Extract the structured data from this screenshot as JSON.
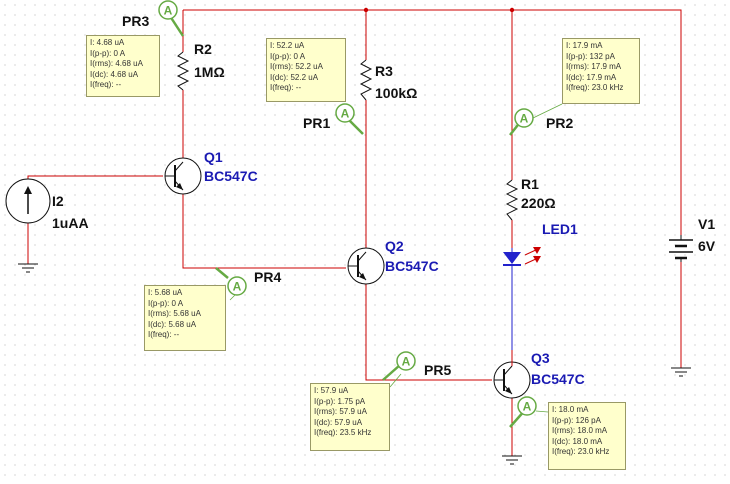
{
  "colors": {
    "wire": "#cc0000",
    "blue_wire": "#2222cc",
    "probe": "#66aa44",
    "box_bg": "#ffffcc",
    "component_blue": "#1a1ab3",
    "led_red": "#cc0000"
  },
  "components": {
    "R2": {
      "name": "R2",
      "value": "1MΩ"
    },
    "R3": {
      "name": "R3",
      "value": "100kΩ"
    },
    "R1": {
      "name": "R1",
      "value": "220Ω"
    },
    "Q1": {
      "name": "Q1",
      "model": "BC547C"
    },
    "Q2": {
      "name": "Q2",
      "model": "BC547C"
    },
    "Q3": {
      "name": "Q3",
      "model": "BC547C"
    },
    "I2": {
      "name": "I2",
      "value": "1uAA"
    },
    "V1": {
      "name": "V1",
      "value": "6V"
    },
    "LED1": {
      "name": "LED1"
    }
  },
  "probes": {
    "PR3": {
      "name": "PR3",
      "readings": [
        "I: 4.68 uA",
        "I(p-p): 0 A",
        "I(rms): 4.68 uA",
        "I(dc): 4.68 uA",
        "I(freq): --"
      ]
    },
    "PR1": {
      "name": "PR1",
      "readings": [
        "I: 52.2 uA",
        "I(p-p): 0 A",
        "I(rms): 52.2 uA",
        "I(dc): 52.2 uA",
        "I(freq): --"
      ]
    },
    "PR2": {
      "name": "PR2",
      "readings": [
        "I: 17.9 mA",
        "I(p-p): 132 pA",
        "I(rms): 17.9 mA",
        "I(dc): 17.9 mA",
        "I(freq): 23.0 kHz"
      ]
    },
    "PR4": {
      "name": "PR4",
      "readings": [
        "I: 5.68 uA",
        "I(p-p): 0 A",
        "I(rms): 5.68 uA",
        "I(dc): 5.68 uA",
        "I(freq): --"
      ]
    },
    "PR5": {
      "name": "PR5",
      "readings": [
        "I: 57.9 uA",
        "I(p-p): 1.75 pA",
        "I(rms): 57.9 uA",
        "I(dc): 57.9 uA",
        "I(freq): 23.5 kHz"
      ]
    },
    "Q3E": {
      "readings": [
        "I: 18.0 mA",
        "I(p-p): 126 pA",
        "I(rms): 18.0 mA",
        "I(dc): 18.0 mA",
        "I(freq): 23.0 kHz"
      ]
    }
  },
  "probe_glyph": "A"
}
